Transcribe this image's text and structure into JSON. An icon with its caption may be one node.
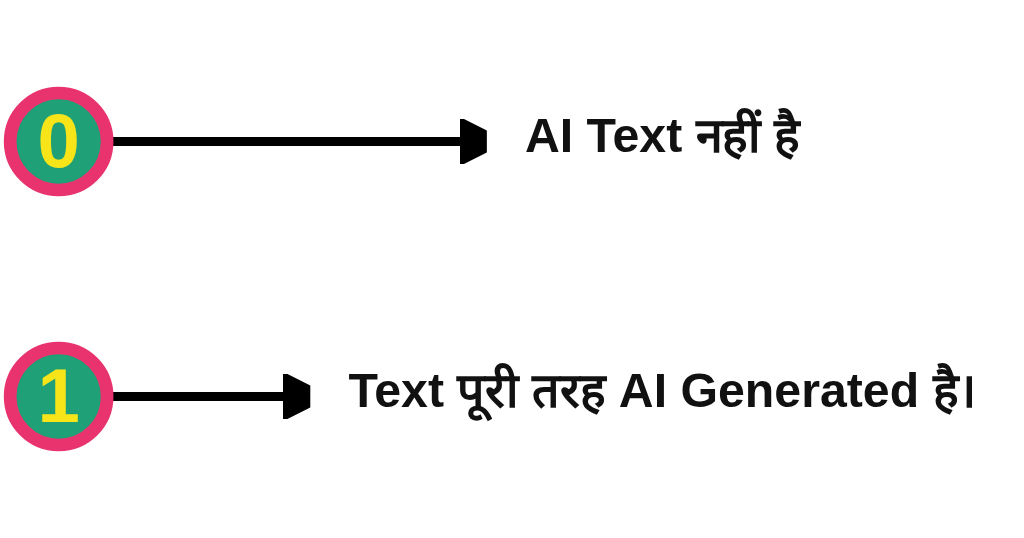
{
  "diagram": {
    "nodes": [
      {
        "text": [
          "0"
        ]
      },
      {
        "text": [
          "AI Text नहीं है"
        ]
      },
      {
        "text": [
          "1"
        ]
      },
      {
        "text": [
          "Text पूरी तरह AI Generated है।"
        ]
      }
    ],
    "edges": [
      {
        "from": 0,
        "to": 1,
        "arrow": "to"
      },
      {
        "from": 2,
        "to": 3,
        "arrow": "to"
      }
    ]
  }
}
